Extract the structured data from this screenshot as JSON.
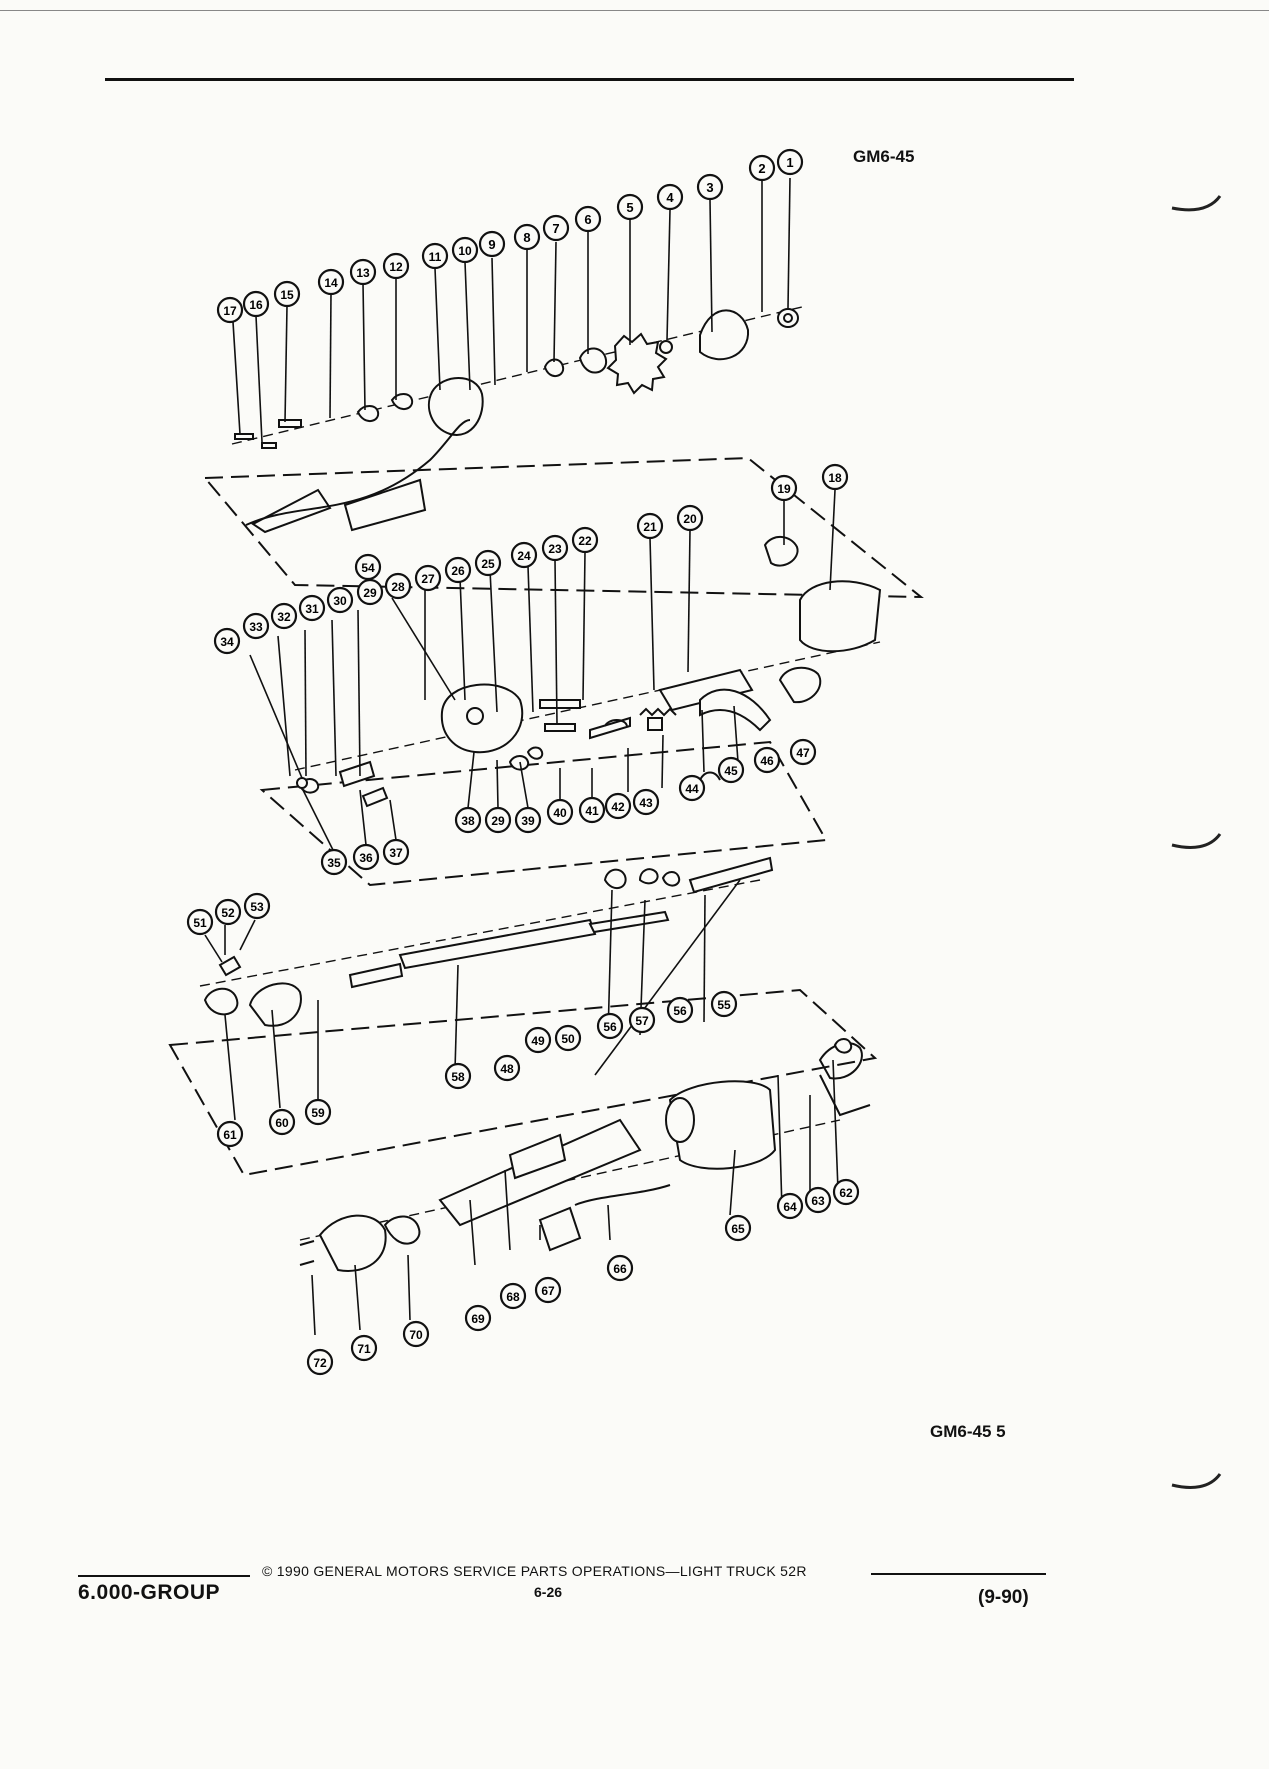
{
  "header": {
    "figure_code": "GM6-45"
  },
  "figure": {
    "caption_code": "GM6-45 5",
    "callouts": [
      "1",
      "2",
      "3",
      "4",
      "5",
      "6",
      "7",
      "8",
      "9",
      "10",
      "11",
      "12",
      "13",
      "14",
      "15",
      "16",
      "17",
      "18",
      "19",
      "20",
      "21",
      "22",
      "23",
      "24",
      "25",
      "26",
      "27",
      "28",
      "29",
      "30",
      "31",
      "32",
      "33",
      "34",
      "35",
      "36",
      "37",
      "38",
      "39",
      "40",
      "41",
      "42",
      "43",
      "44",
      "45",
      "46",
      "47",
      "48",
      "49",
      "50",
      "51",
      "52",
      "53",
      "54",
      "55",
      "56",
      "57",
      "58",
      "59",
      "60",
      "61",
      "62",
      "63",
      "64",
      "65",
      "66",
      "67",
      "68",
      "69",
      "70",
      "71",
      "72"
    ]
  },
  "footer": {
    "group": "6.000-GROUP",
    "copyright": "© 1990 GENERAL MOTORS SERVICE PARTS OPERATIONS—LIGHT TRUCK 52R",
    "page_number": "6-26",
    "revision_date": "(9-90)"
  },
  "colors": {
    "ink": "#111111",
    "paper": "#fbfbf8"
  }
}
